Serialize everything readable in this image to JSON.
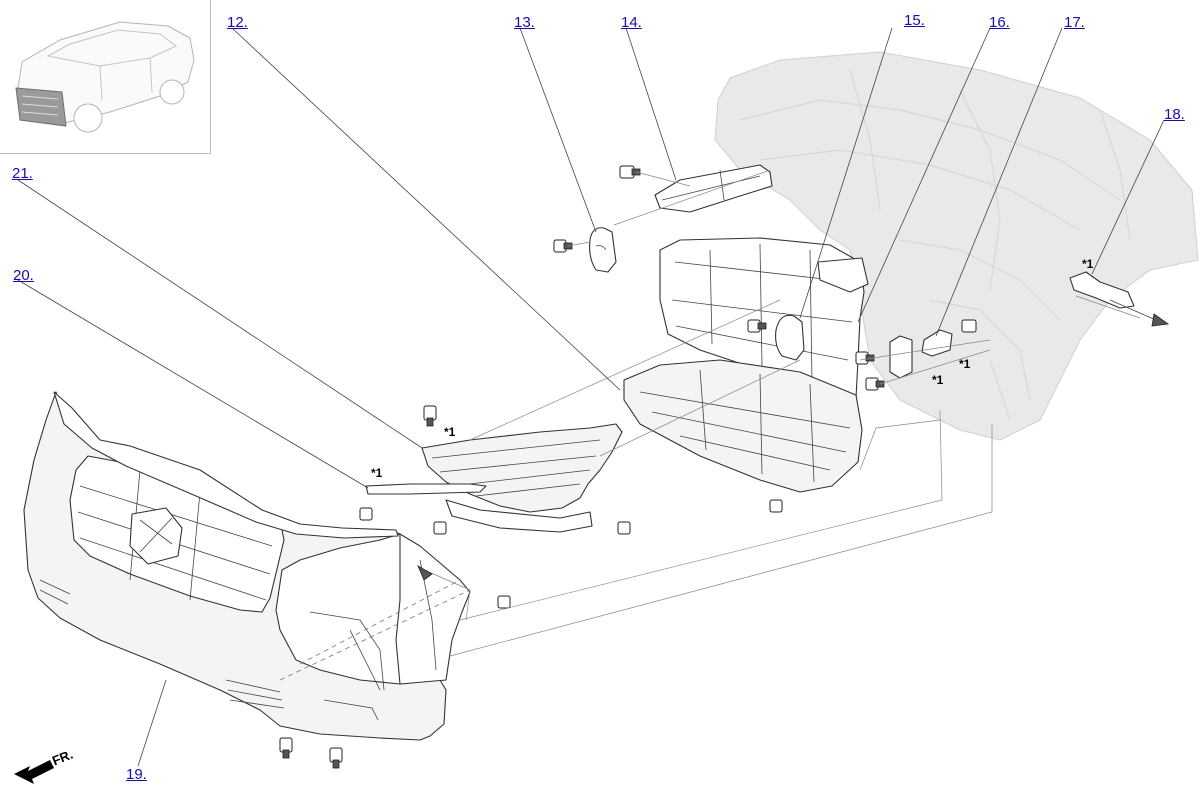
{
  "callouts": {
    "c12": "12.",
    "c13": "13.",
    "c14": "14.",
    "c15": "15.",
    "c16": "16.",
    "c17": "17.",
    "c18": "18.",
    "c19": "19.",
    "c20": "20.",
    "c21": "21."
  },
  "notes": {
    "star1": "*1"
  },
  "direction": {
    "label": "FR."
  },
  "colors": {
    "link": "#1a0dab",
    "ghost": "#e9e9e9",
    "line": "#333333"
  }
}
